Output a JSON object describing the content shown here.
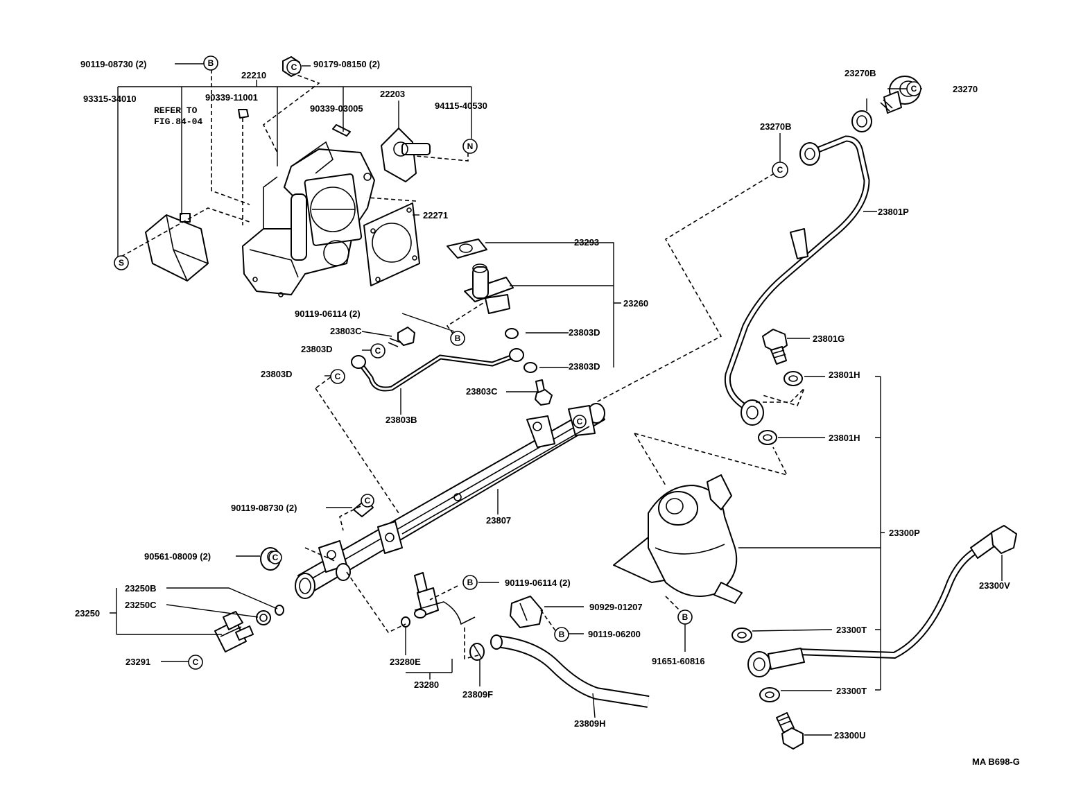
{
  "labels": {
    "p90119_08730_top": "90119-08730 (2)",
    "p90179_08150": "90179-08150 (2)",
    "p22210": "22210",
    "p93315_34010": "93315-34010",
    "p90339_11001": "90339-11001",
    "refer_to": "REFER TO",
    "fig_ref": "FIG.84-04",
    "p90339_03005": "90339-03005",
    "p22203": "22203",
    "p94115_40530": "94115-40530",
    "p22271": "22271",
    "p23293": "23293",
    "p23260": "23260",
    "p90119_06114_a": "90119-06114 (2)",
    "p23803C_a": "23803C",
    "p23803D_a": "23803D",
    "p23803D_b": "23803D",
    "p23803D_c": "23803D",
    "p23803D_d": "23803D",
    "p23803C_b": "23803C",
    "p23803B": "23803B",
    "p23270B_a": "23270B",
    "p23270": "23270",
    "p23270B_b": "23270B",
    "p23801P": "23801P",
    "p23801G": "23801G",
    "p23801H_a": "23801H",
    "p23801H_b": "23801H",
    "p23807": "23807",
    "p90119_08730_mid": "90119-08730 (2)",
    "p90561_08009": "90561-08009 (2)",
    "p23250B": "23250B",
    "p23250": "23250",
    "p23250C": "23250C",
    "p23291": "23291",
    "p90119_06114_b": "90119-06114 (2)",
    "p23280E": "23280E",
    "p23280": "23280",
    "p90929_01207": "90929-01207",
    "p90119_06200": "90119-06200",
    "p23809F": "23809F",
    "p23809H": "23809H",
    "p91651_60816": "91651-60816",
    "p23300P": "23300P",
    "p23300V": "23300V",
    "p23300T_a": "23300T",
    "p23300T_b": "23300T",
    "p23300U": "23300U",
    "drawing_code": "MA B698-G"
  },
  "symbols": {
    "B": "B",
    "C": "C",
    "N": "N",
    "S": "S"
  }
}
